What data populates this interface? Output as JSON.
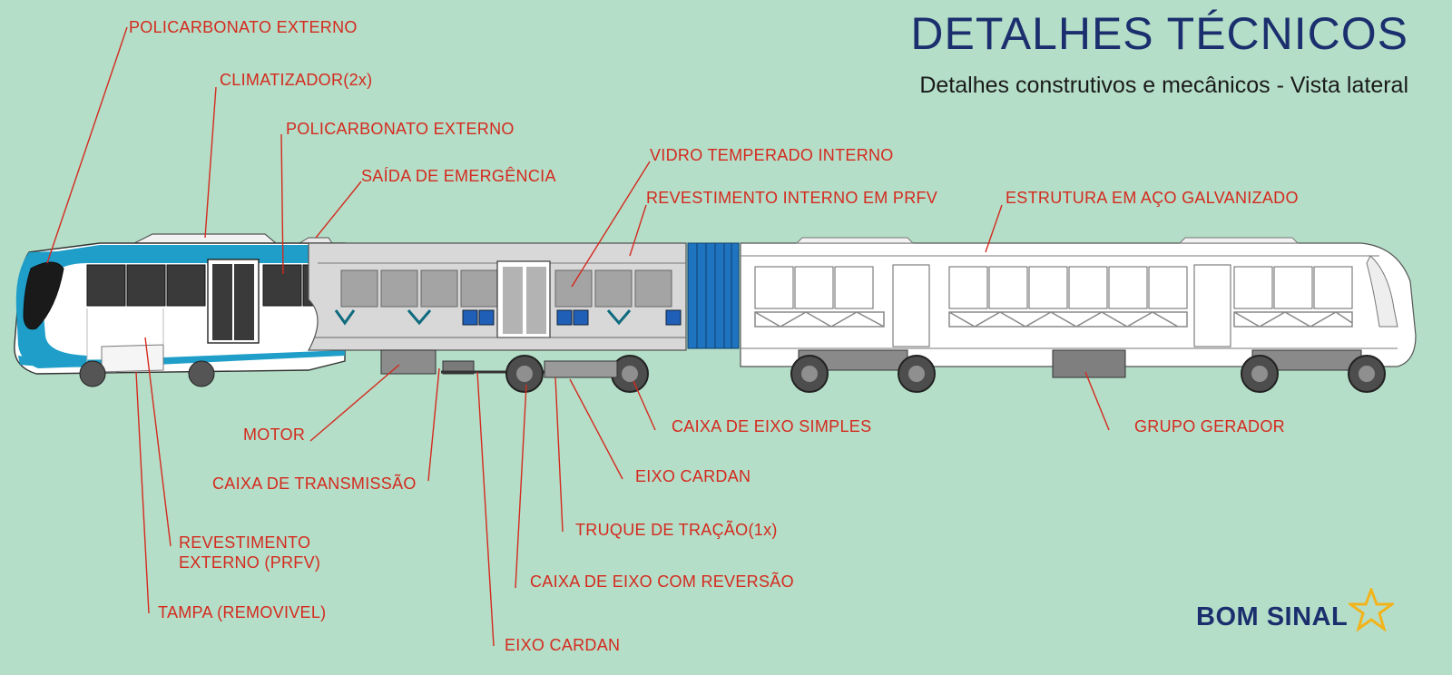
{
  "title": "DETALHES TÉCNICOS",
  "subtitle": "Detalhes construtivos e mecânicos - Vista lateral",
  "logo": "BOM SINAL",
  "colors": {
    "background": "#b4dec8",
    "label": "#d42a1e",
    "title": "#1b2f6e",
    "body_accent": "#1e9ec8",
    "bellows": "#1f74c0"
  },
  "labels": {
    "policarbonato_externo_1": "POLICARBONATO EXTERNO",
    "climatizador": "CLIMATIZADOR(2x)",
    "policarbonato_externo_2": "POLICARBONATO EXTERNO",
    "saida_emergencia": "SAÍDA DE EMERGÊNCIA",
    "vidro_temperado": "VIDRO TEMPERADO INTERNO",
    "revestimento_interno": "REVESTIMENTO INTERNO EM PRFV",
    "estrutura_aco": "ESTRUTURA EM AÇO GALVANIZADO",
    "motor": "MOTOR",
    "caixa_transmissao": "CAIXA DE TRANSMISSÃO",
    "revestimento_externo_l1": "REVESTIMENTO",
    "revestimento_externo_l2": "EXTERNO (PRFV)",
    "tampa": "TAMPA (REMOVIVEL)",
    "eixo_cardan_1": "EIXO CARDAN",
    "caixa_eixo_reversao": "CAIXA DE EIXO COM REVERSÃO",
    "truque_tracao": "TRUQUE DE TRAÇÃO(1x)",
    "eixo_cardan_2": "EIXO CARDAN",
    "caixa_eixo_simples": "CAIXA DE EIXO SIMPLES",
    "grupo_gerador": "GRUPO GERADOR"
  }
}
